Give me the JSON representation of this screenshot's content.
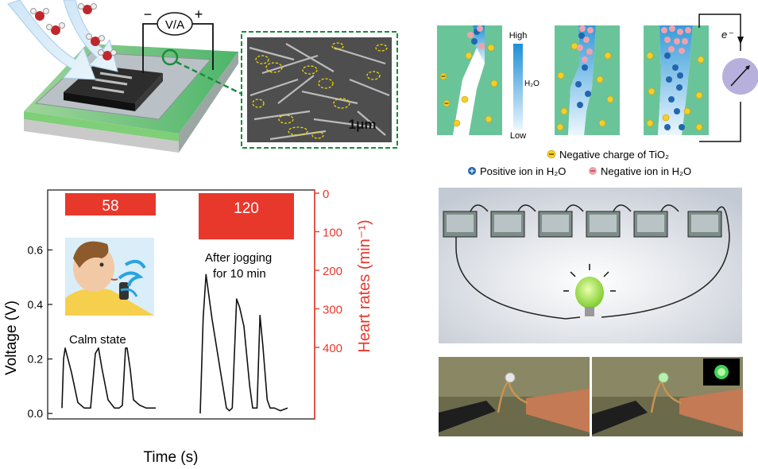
{
  "panel_a": {
    "meter_label": "V/A",
    "minus": "−",
    "plus": "+",
    "sem_scale": "1μm"
  },
  "panel_b": {
    "gradient_high": "High",
    "gradient_mid": "H₂O",
    "gradient_low": "Low",
    "electron": "e⁻",
    "legend_tio2": "Negative charge of TiO₂",
    "legend_pos": "Positive ion in H₂O",
    "legend_neg": "Negative ion in H₂O"
  },
  "colors": {
    "membrane": "#6ac49a",
    "heart_rate_red": "#e8382c",
    "negative_charge": "#f2cf2a",
    "positive_ion": "#2166ae",
    "negative_ion": "#eea2ad",
    "meter": "#b7b0dd"
  },
  "chart_data": {
    "type": "line",
    "xlabel": "Time (s)",
    "ylabel": "Voltage (V)",
    "ylabel_right": "Heart rates (min⁻¹)",
    "ylim": [
      -0.02,
      0.82
    ],
    "yticks": [
      "0.0",
      "0.2",
      "0.4",
      "0.6"
    ],
    "ylim_right": [
      0,
      400
    ],
    "yticks_right": [
      "0",
      "100",
      "200",
      "300",
      "400"
    ],
    "annotations": [
      "Calm state",
      "After jogging",
      "for 10 min"
    ],
    "heart_rate_values": [
      {
        "label": "58",
        "value": 58
      },
      {
        "label": "120",
        "value": 120
      }
    ],
    "series": [
      {
        "segment": "calm",
        "x": [
          0,
          0.05,
          0.1,
          0.3,
          0.5,
          0.7,
          0.8,
          0.9,
          1.05,
          1.15,
          1.25,
          1.45,
          1.65,
          1.8,
          1.9,
          2.0,
          2.05,
          2.15,
          2.25,
          2.45,
          2.65,
          2.8,
          2.95
        ],
        "y": [
          0.02,
          0.2,
          0.24,
          0.15,
          0.04,
          0.02,
          0.02,
          0.02,
          0.22,
          0.24,
          0.17,
          0.05,
          0.02,
          0.02,
          0.03,
          0.24,
          0.24,
          0.16,
          0.05,
          0.03,
          0.02,
          0.02,
          0.02
        ]
      },
      {
        "segment": "jogging",
        "x": [
          0,
          0.1,
          0.2,
          0.4,
          0.7,
          0.9,
          1.0,
          1.1,
          1.25,
          1.35,
          1.5,
          1.7,
          1.8,
          1.95,
          2.05,
          2.15,
          2.3,
          2.4,
          2.55,
          2.75,
          3.0
        ],
        "y": [
          0.0,
          0.35,
          0.51,
          0.35,
          0.15,
          0.02,
          0.01,
          0.02,
          0.42,
          0.39,
          0.32,
          0.1,
          0.02,
          0.02,
          0.36,
          0.25,
          0.05,
          0.02,
          0.02,
          0.01,
          0.02
        ]
      }
    ]
  }
}
